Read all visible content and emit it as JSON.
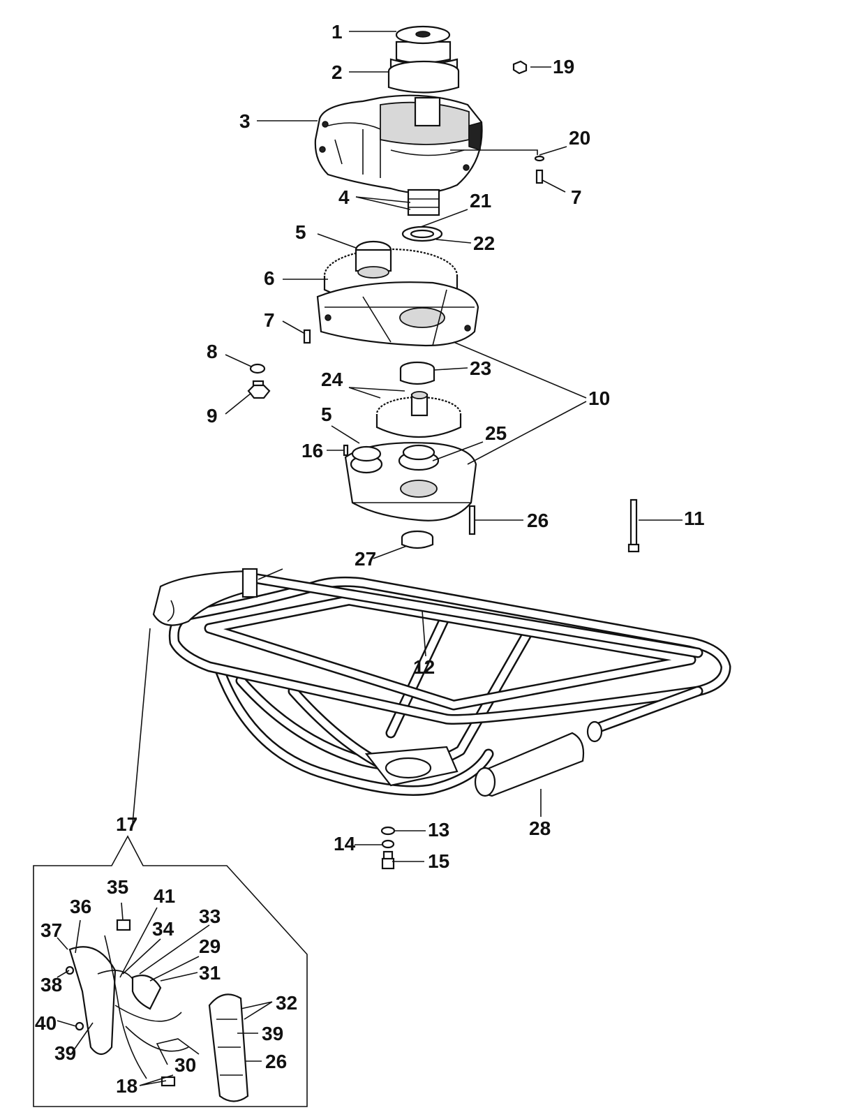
{
  "callouts": [
    {
      "label": "1"
    },
    {
      "label": "2"
    },
    {
      "label": "3"
    },
    {
      "label": "4"
    },
    {
      "label": "5"
    },
    {
      "label": "6"
    },
    {
      "label": "7"
    },
    {
      "label": "8"
    },
    {
      "label": "9"
    },
    {
      "label": "10"
    },
    {
      "label": "11"
    },
    {
      "label": "12"
    },
    {
      "label": "13"
    },
    {
      "label": "14"
    },
    {
      "label": "15"
    },
    {
      "label": "16"
    },
    {
      "label": "17"
    },
    {
      "label": "18"
    },
    {
      "label": "19"
    },
    {
      "label": "20"
    },
    {
      "label": "21"
    },
    {
      "label": "22"
    },
    {
      "label": "23"
    },
    {
      "label": "24"
    },
    {
      "label": "25"
    },
    {
      "label": "26"
    },
    {
      "label": "27"
    },
    {
      "label": "28"
    },
    {
      "label": "29"
    },
    {
      "label": "30"
    },
    {
      "label": "31"
    },
    {
      "label": "32"
    },
    {
      "label": "33"
    },
    {
      "label": "34"
    },
    {
      "label": "35"
    },
    {
      "label": "36"
    },
    {
      "label": "37"
    },
    {
      "label": "38"
    },
    {
      "label": "39"
    },
    {
      "label": "40"
    },
    {
      "label": "41"
    },
    {
      "label": "5"
    },
    {
      "label": "7"
    },
    {
      "label": "26"
    },
    {
      "label": "39"
    }
  ]
}
